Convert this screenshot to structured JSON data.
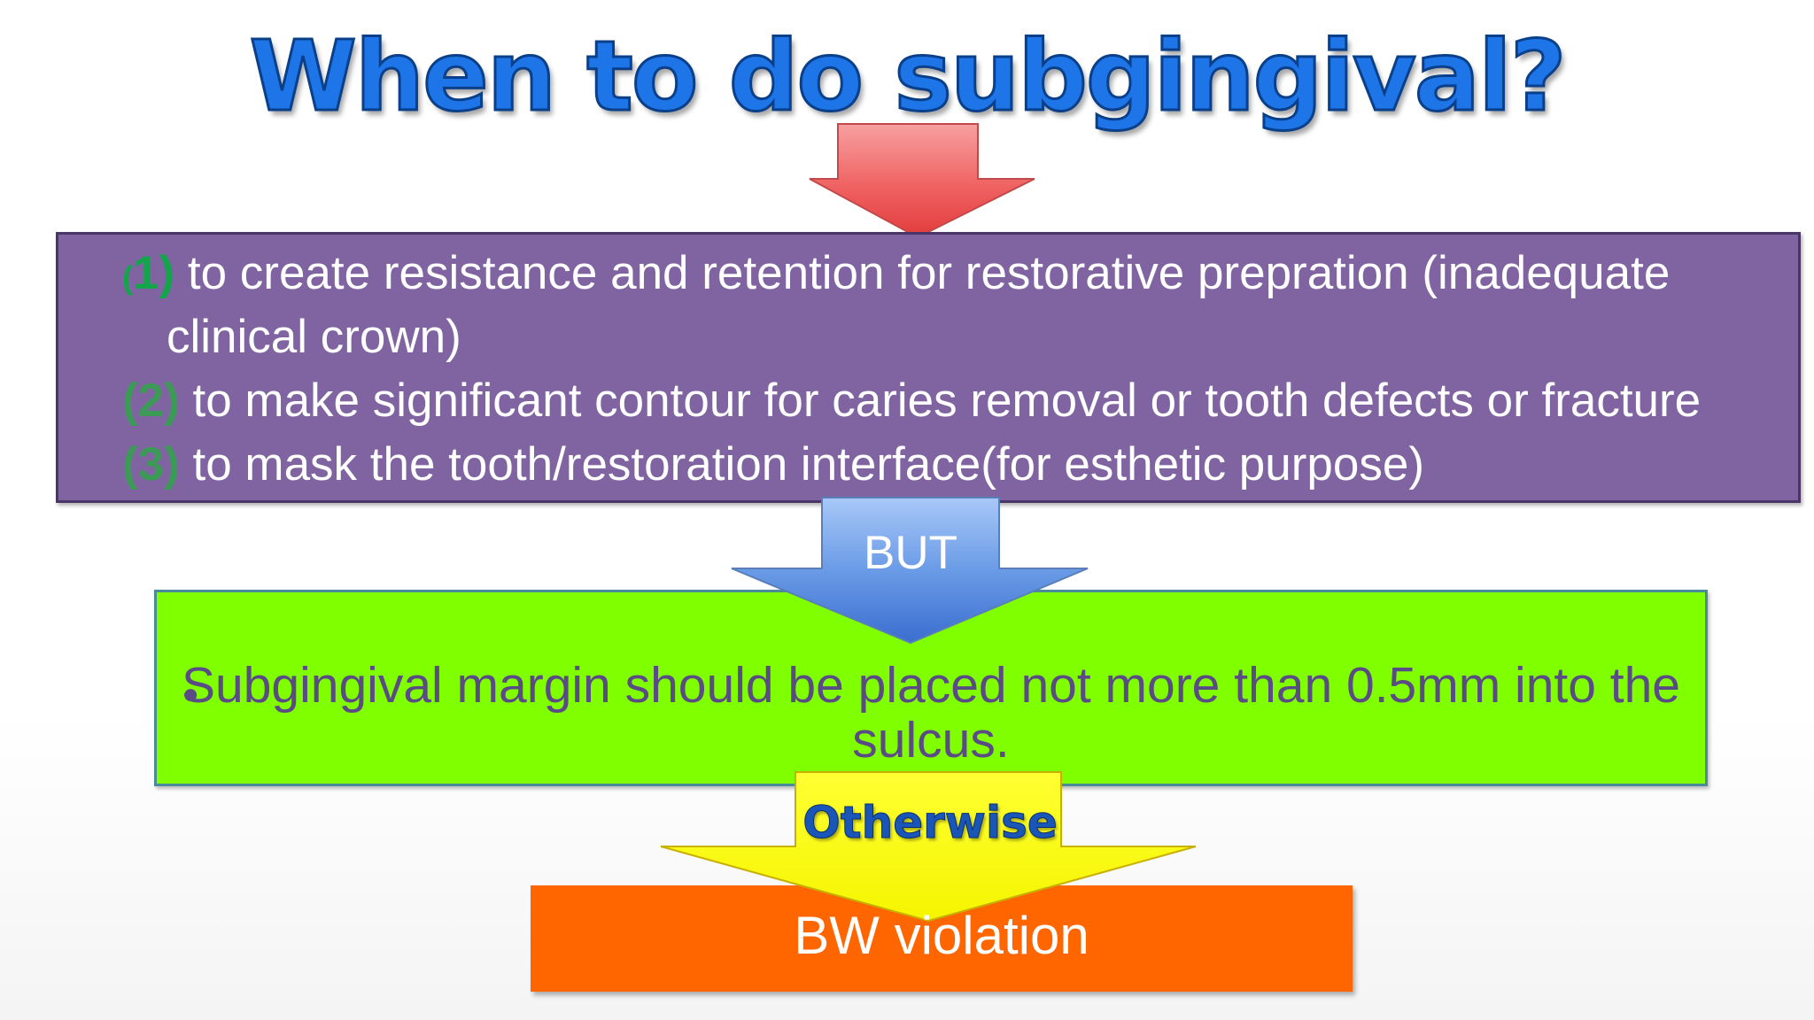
{
  "title": "When to do subgingival?",
  "reasons": [
    {
      "num": "1)",
      "prefix": "(",
      "line1": " to create resistance and retention for restorative prepration (inadequate",
      "line2": "clinical crown)"
    },
    {
      "num": "(2)",
      "prefix": "",
      "line1": " to make significant contour for caries removal or tooth defects or fracture",
      "line2": ""
    },
    {
      "num": "(3)",
      "prefix": "",
      "line1": " to mask the tooth/restoration interface(for esthetic purpose)",
      "line2": ""
    }
  ],
  "connector_but": "BUT",
  "rule_text": "Subgingival margin should be placed not more than 0.5mm into the sulcus.",
  "connector_otherwise": "Otherwise",
  "outcome": "BW violation",
  "colors": {
    "title": "#1d75e8",
    "reasons_box": "#8064a2",
    "rule_box": "#7fff00",
    "outcome_box": "#ff6600",
    "arrow_red": "#f06262",
    "arrow_blue": "#5b8fe0",
    "arrow_yellow": "#ffff00",
    "number_green": "#13a54a"
  }
}
